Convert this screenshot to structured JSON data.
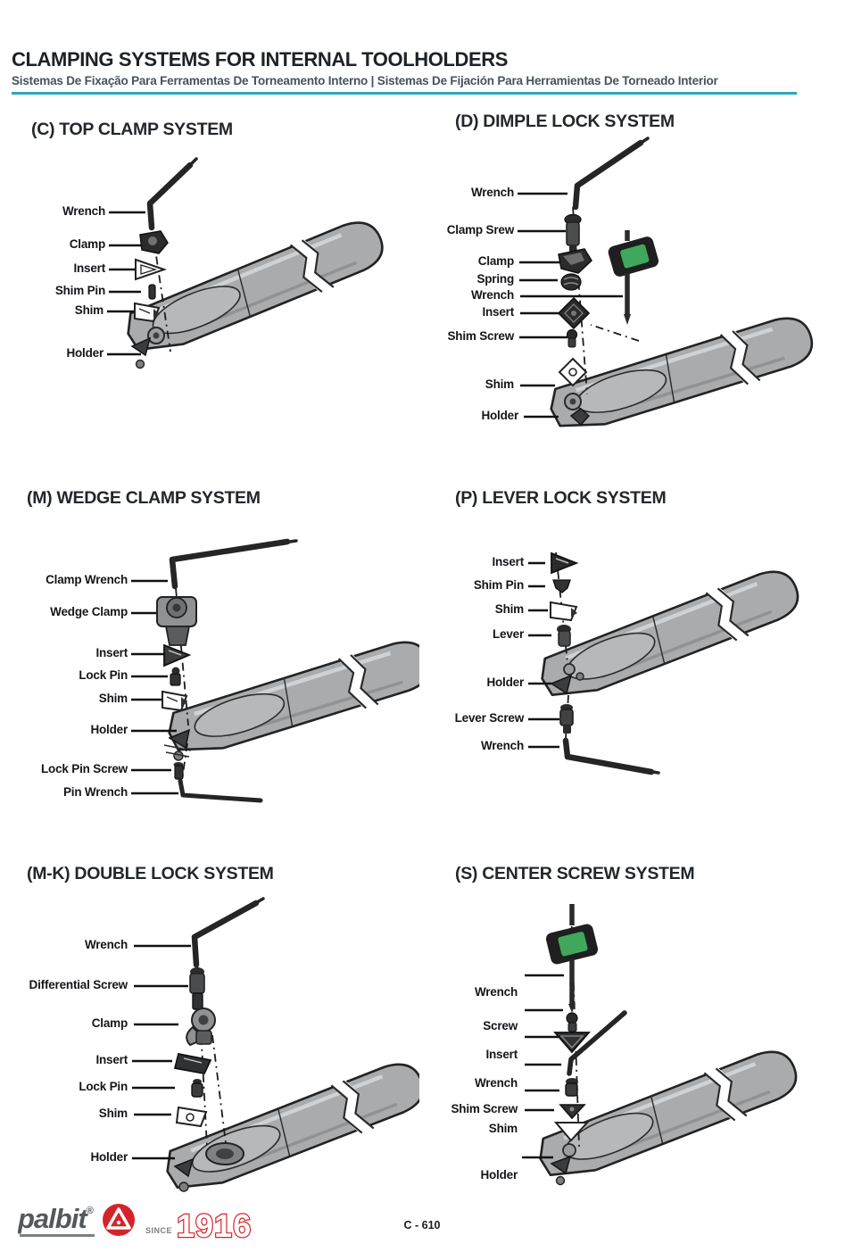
{
  "header": {
    "title": "CLAMPING SYSTEMS FOR INTERNAL TOOLHOLDERS",
    "subtitle": "Sistemas De Fixação Para Ferramentas De Torneamento Interno | Sistemas De Fijación Para Herramientas De Torneado Interior",
    "accent_color": "#2da7b8"
  },
  "diagrams": [
    {
      "id": "C",
      "title": "(C) TOP CLAMP SYSTEM",
      "labels": [
        "Wrench",
        "Clamp",
        "Insert",
        "Shim Pin",
        "Shim",
        "Holder"
      ]
    },
    {
      "id": "D",
      "title": "(D) DIMPLE LOCK SYSTEM",
      "labels": [
        "Wrench",
        "Clamp Srew",
        "Clamp",
        "Spring",
        "Wrench",
        "Insert",
        "Shim Screw",
        "Shim",
        "Holder"
      ]
    },
    {
      "id": "M",
      "title": "(M) WEDGE CLAMP SYSTEM",
      "labels": [
        "Clamp Wrench",
        "Wedge Clamp",
        "Insert",
        "Lock Pin",
        "Shim",
        "Holder",
        "Lock Pin Screw",
        "Pin Wrench"
      ]
    },
    {
      "id": "P",
      "title": "(P) LEVER LOCK SYSTEM",
      "labels": [
        "Insert",
        "Shim Pin",
        "Shim",
        "Lever",
        "Holder",
        "Lever Screw",
        "Wrench"
      ]
    },
    {
      "id": "M-K",
      "title": "(M-K) DOUBLE LOCK SYSTEM",
      "labels": [
        "Wrench",
        "Differential Screw",
        "Clamp",
        "Insert",
        "Lock Pin",
        "Shim",
        "Holder"
      ]
    },
    {
      "id": "S",
      "title": "(S) CENTER SCREW SYSTEM",
      "labels": [
        "Wrench",
        "Screw",
        "Insert",
        "Wrench",
        "Shim Screw",
        "Shim",
        "Holder"
      ]
    }
  ],
  "footer": {
    "brand": "palbit",
    "reg_mark": "®",
    "since_label": "SINCE",
    "since_year": "1916",
    "page_number": "C - 610",
    "brand_color": "#d5232a"
  }
}
